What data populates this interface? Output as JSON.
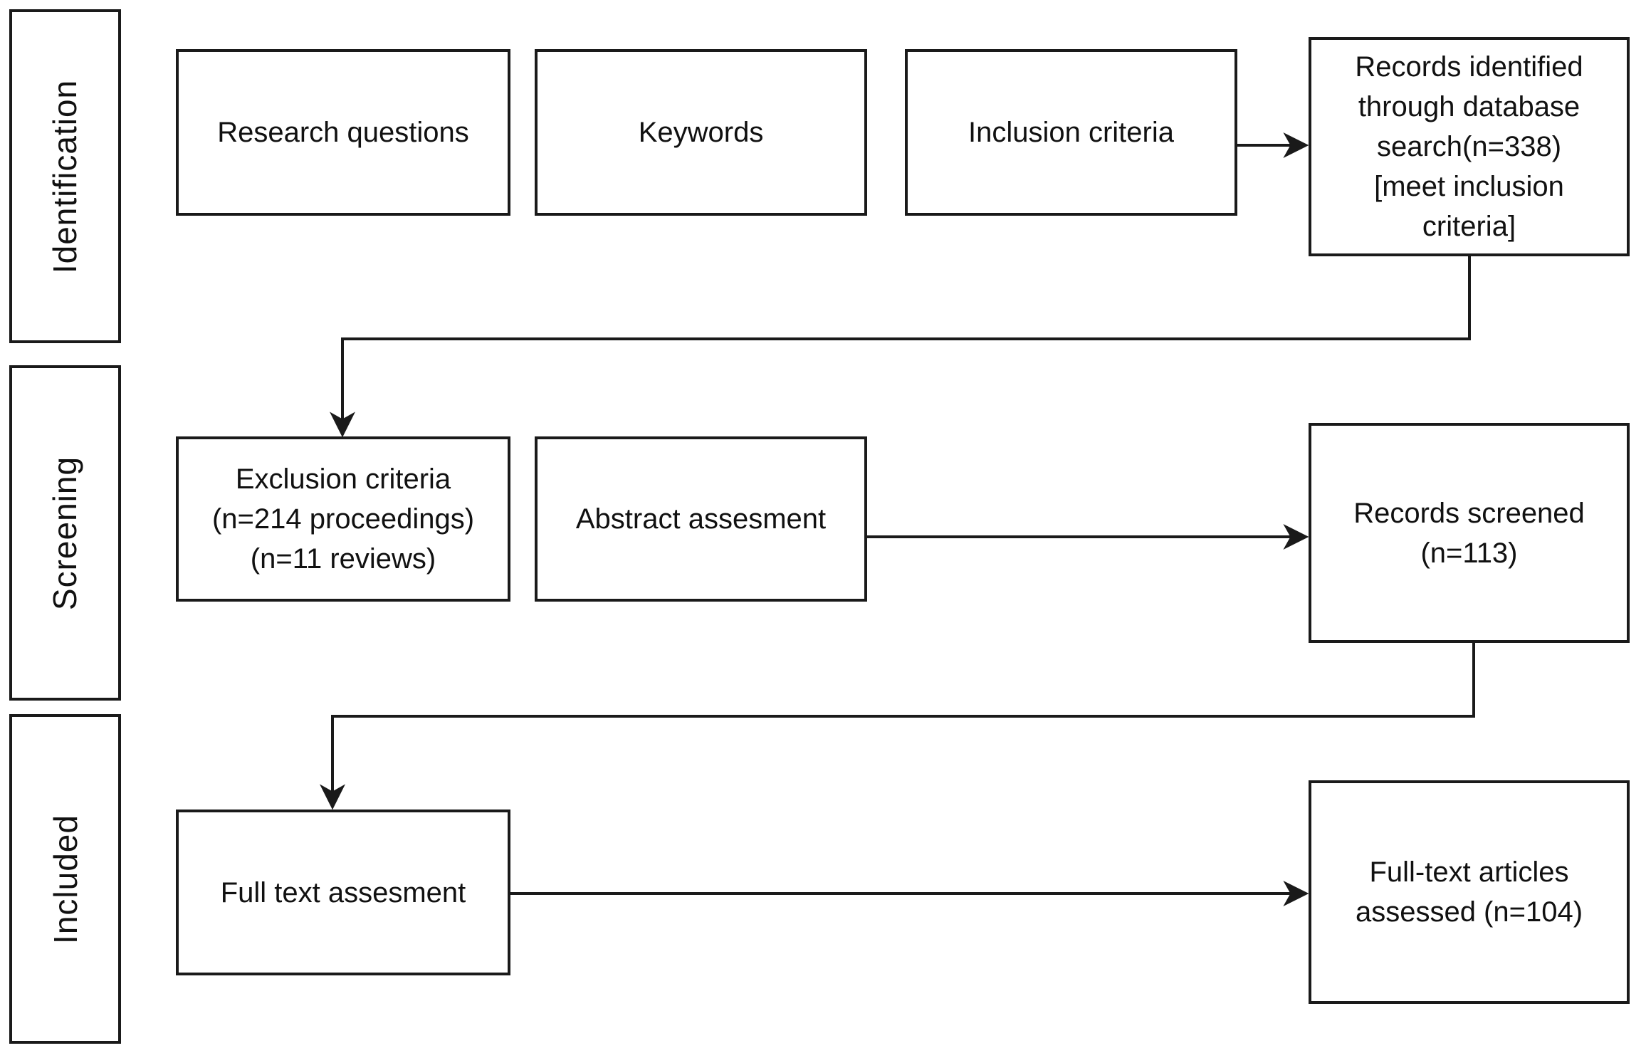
{
  "stages": [
    {
      "id": "identification",
      "label": "Identification"
    },
    {
      "id": "screening",
      "label": "Screening"
    },
    {
      "id": "included",
      "label": "Included"
    }
  ],
  "boxes": {
    "research_questions": {
      "lines": [
        "Research questions"
      ]
    },
    "keywords": {
      "lines": [
        "Keywords"
      ]
    },
    "inclusion_criteria": {
      "lines": [
        "Inclusion criteria"
      ]
    },
    "records_identified": {
      "lines": [
        "Records identified",
        "through database",
        "search(n=338)",
        "[meet inclusion",
        "criteria]"
      ],
      "n": 338
    },
    "exclusion_criteria": {
      "lines": [
        "Exclusion criteria",
        "(n=214 proceedings)",
        "(n=11 reviews)"
      ],
      "n_proceedings": 214,
      "n_reviews": 11
    },
    "abstract_assessment": {
      "lines": [
        "Abstract assesment"
      ]
    },
    "records_screened": {
      "lines": [
        "Records screened",
        "(n=113)"
      ],
      "n": 113
    },
    "full_text_assessment": {
      "lines": [
        "Full text assesment"
      ]
    },
    "full_text_articles": {
      "lines": [
        "Full-text articles",
        "assessed (n=104)"
      ],
      "n": 104
    }
  },
  "colors": {
    "background": "#ffffff",
    "box_border": "#1a1a1a",
    "text": "#111111",
    "connector": "#1a1a1a"
  }
}
